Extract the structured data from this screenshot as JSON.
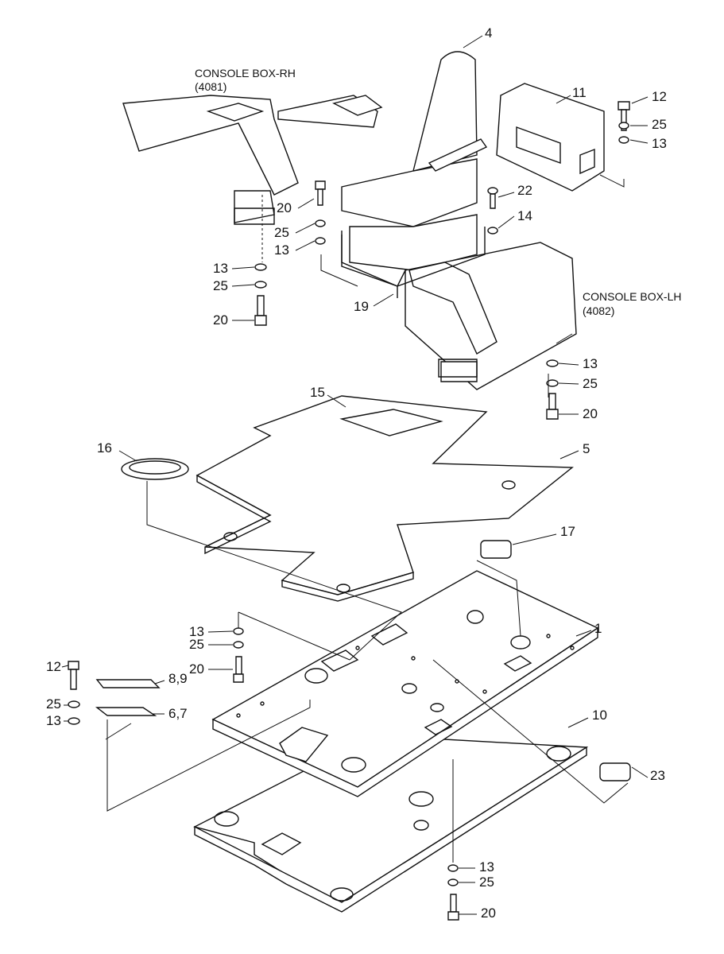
{
  "captions": {
    "console_rh": "CONSOLE BOX-RH",
    "console_rh_code": "(4081)",
    "console_lh": "CONSOLE BOX-LH",
    "console_lh_code": "(4082)"
  },
  "callouts": {
    "seat": "4",
    "console_cover": "11",
    "bolt_top_right": "12",
    "washer25_top_right": "25",
    "washer13_top_right": "13",
    "bolt_rh_upper": "20",
    "screw_22": "22",
    "washer_14": "14",
    "washer25_rh_upper": "25",
    "washer13_rh_upper": "13",
    "washer13_rh_lower": "13",
    "washer25_rh_lower": "25",
    "bolt_rh_lower": "20",
    "bracket_19": "19",
    "washer13_lh": "13",
    "washer25_lh": "25",
    "bolt_lh": "20",
    "mat_15": "15",
    "grommet_16": "16",
    "mat_5": "5",
    "cap_17": "17",
    "floor_plate_1": "1",
    "washer13_mid": "13",
    "washer25_mid": "25",
    "bolt_mid": "20",
    "bolt_left": "12",
    "plate_8_9": "8,9",
    "washer25_left": "25",
    "washer13_left": "13",
    "bracket_6_7": "6,7",
    "plate_10": "10",
    "cap_23": "23",
    "washer13_bottom": "13",
    "washer25_bottom": "25",
    "bolt_bottom": "20"
  }
}
